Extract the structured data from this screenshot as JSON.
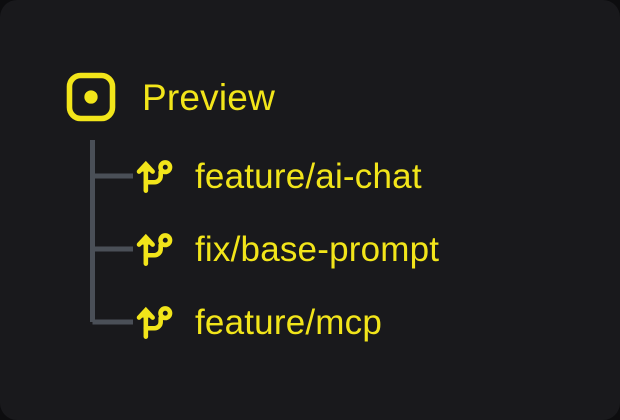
{
  "theme": {
    "page_background": "#0d0d0f",
    "panel_background": "#19191c",
    "accent_yellow": "#f2e51a",
    "tree_line_color": "#4a4f57"
  },
  "tree": {
    "root": {
      "label": "Preview",
      "icon": "rounded-square-dot-icon"
    },
    "branches": [
      {
        "label": "feature/ai-chat",
        "icon": "git-branch-icon",
        "connector": "tee"
      },
      {
        "label": "fix/base-prompt",
        "icon": "git-branch-icon",
        "connector": "tee"
      },
      {
        "label": "feature/mcp",
        "icon": "git-branch-icon",
        "connector": "elbow"
      }
    ]
  }
}
